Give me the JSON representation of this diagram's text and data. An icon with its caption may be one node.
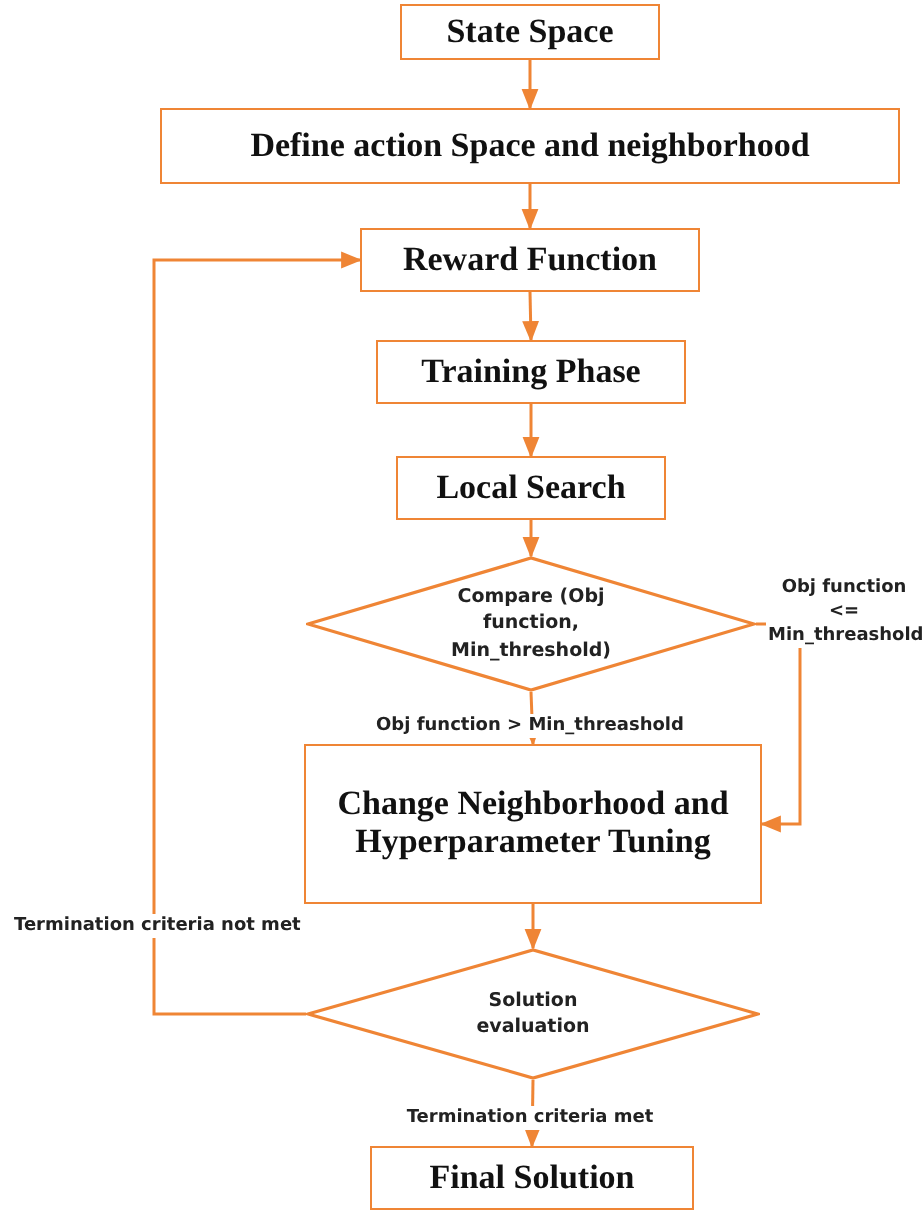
{
  "diagram": {
    "nodes": [
      {
        "text": [
          "State Space"
        ]
      },
      {
        "text": [
          "Define action Space and neighborhood"
        ]
      },
      {
        "text": [
          "Reward Function"
        ]
      },
      {
        "text": [
          "Training Phase"
        ]
      },
      {
        "text": [
          "Local Search"
        ]
      },
      {
        "text": [
          "Compare (Obj function, Min_threshold)"
        ]
      },
      {
        "text": [
          "Change Neighborhood and Hyperparameter Tuning"
        ]
      },
      {
        "text": [
          "Solution evaluation"
        ]
      },
      {
        "text": [
          "Final Solution"
        ]
      }
    ],
    "edges": [
      {
        "from": 0,
        "to": 1,
        "arrow": "to"
      },
      {
        "from": 1,
        "to": 2,
        "arrow": "to"
      },
      {
        "from": 2,
        "to": 3,
        "arrow": "to"
      },
      {
        "from": 3,
        "to": 4,
        "arrow": "to"
      },
      {
        "from": 4,
        "to": 5,
        "arrow": "to"
      },
      {
        "from": 5,
        "to": 6,
        "arrow": "to",
        "label": "Obj function > Min_threashold"
      },
      {
        "from": 5,
        "to": 6,
        "arrow": "to",
        "label": "Obj function <= Min_threashold"
      },
      {
        "from": 6,
        "to": 7,
        "arrow": "to"
      },
      {
        "from": 7,
        "to": 8,
        "arrow": "to",
        "label": "Termination criteria met"
      },
      {
        "from": 7,
        "to": 2,
        "arrow": "to",
        "label": "Termination criteria not met"
      }
    ]
  }
}
